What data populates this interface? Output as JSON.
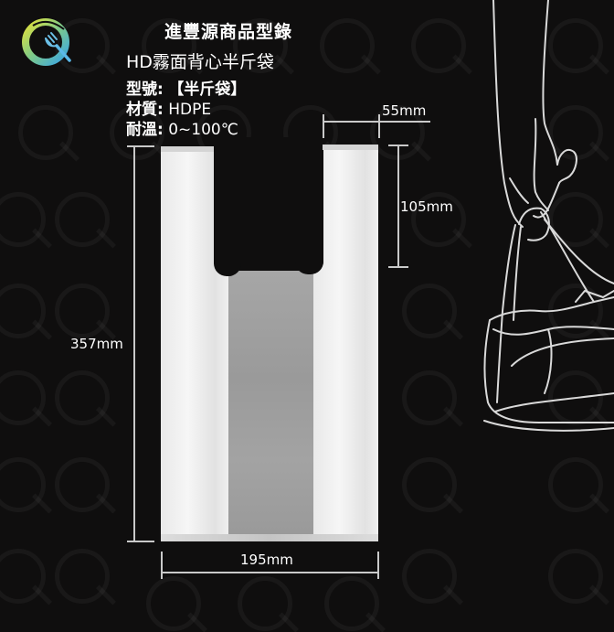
{
  "header": {
    "catalog_title": "進豐源商品型錄",
    "product_name": "HD霧面背心半斤袋"
  },
  "specs": [
    {
      "label": "型號:",
      "value": "【半斤袋】"
    },
    {
      "label": "材質:",
      "value": "HDPE"
    },
    {
      "label": "耐溫:",
      "value": "0~100℃"
    }
  ],
  "dimensions": {
    "handle_width": "55mm",
    "handle_height": "105mm",
    "total_height": "357mm",
    "total_width": "195mm"
  },
  "logo": {
    "icon": "q-fork-logo",
    "gradient": [
      "#e3e23a",
      "#3aa6e6"
    ]
  },
  "colors": {
    "background": "#0f0e0e",
    "bag": "#eeeeee",
    "bag_gusset": "#9a9a9a",
    "dimension_lines": "#c9c9c9"
  },
  "illustration": {
    "icon": "hand-carrying-bag-line-art"
  }
}
